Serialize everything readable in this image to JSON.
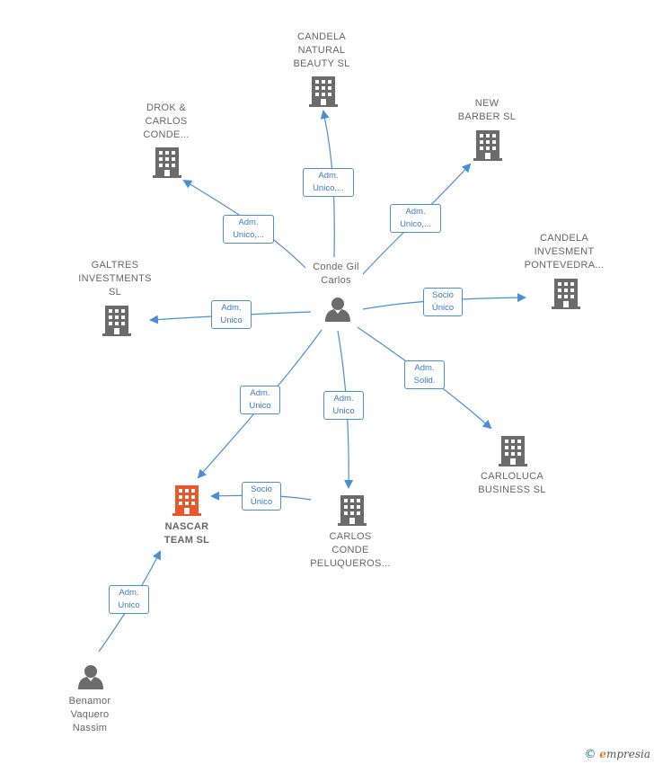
{
  "center": {
    "lines": [
      "Conde Gil",
      "Carlos"
    ],
    "icon": "person-icon"
  },
  "companies": {
    "candela_natural": {
      "lines": [
        "CANDELA",
        "NATURAL",
        "BEAUTY  SL"
      ],
      "icon": "building-icon"
    },
    "drok": {
      "lines": [
        "DROK &",
        "CARLOS",
        "CONDE..."
      ],
      "icon": "building-icon"
    },
    "new_barber": {
      "lines": [
        "NEW",
        "BARBER  SL"
      ],
      "icon": "building-icon"
    },
    "candela_invesment": {
      "lines": [
        "CANDELA",
        "INVESMENT",
        "PONTEVEDRA..."
      ],
      "icon": "building-icon"
    },
    "galtres": {
      "lines": [
        "GALTRES",
        "INVESTMENTS",
        "SL"
      ],
      "icon": "building-icon"
    },
    "carloluca": {
      "lines": [
        "CARLOLUCA",
        "BUSINESS  SL"
      ],
      "icon": "building-icon"
    },
    "carlos_conde": {
      "lines": [
        "CARLOS",
        "CONDE",
        "PELUQUEROS..."
      ],
      "icon": "building-icon"
    },
    "nascar": {
      "lines": [
        "NASCAR",
        "TEAM  SL"
      ],
      "icon": "building-icon",
      "highlight_color": "#e8572a"
    }
  },
  "people": {
    "benamor": {
      "lines": [
        "Benamor",
        "Vaquero",
        "Nassim"
      ],
      "icon": "person-icon"
    }
  },
  "relations": {
    "to_candela_natural": [
      "Adm.",
      "Unico,..."
    ],
    "to_drok": [
      "Adm.",
      "Unico,..."
    ],
    "to_new_barber": [
      "Adm.",
      "Unico,..."
    ],
    "to_candela_invesment": [
      "Socio",
      "Único"
    ],
    "to_galtres": [
      "Adm.",
      "Unico"
    ],
    "to_carloluca": [
      "Adm.",
      "Solid."
    ],
    "to_carlos_conde": [
      "Adm.",
      "Unico"
    ],
    "center_to_nascar": [
      "Adm.",
      "Unico"
    ],
    "carlos_conde_to_nascar": [
      "Socio",
      "Único"
    ],
    "benamor_to_nascar": [
      "Adm.",
      "Unico"
    ]
  },
  "colors": {
    "edge": "#4a8fd6",
    "icon": "#6b6b6b",
    "highlight": "#e8572a"
  },
  "brand": {
    "symbol": "©",
    "initial": "e",
    "rest": "mpresia"
  }
}
